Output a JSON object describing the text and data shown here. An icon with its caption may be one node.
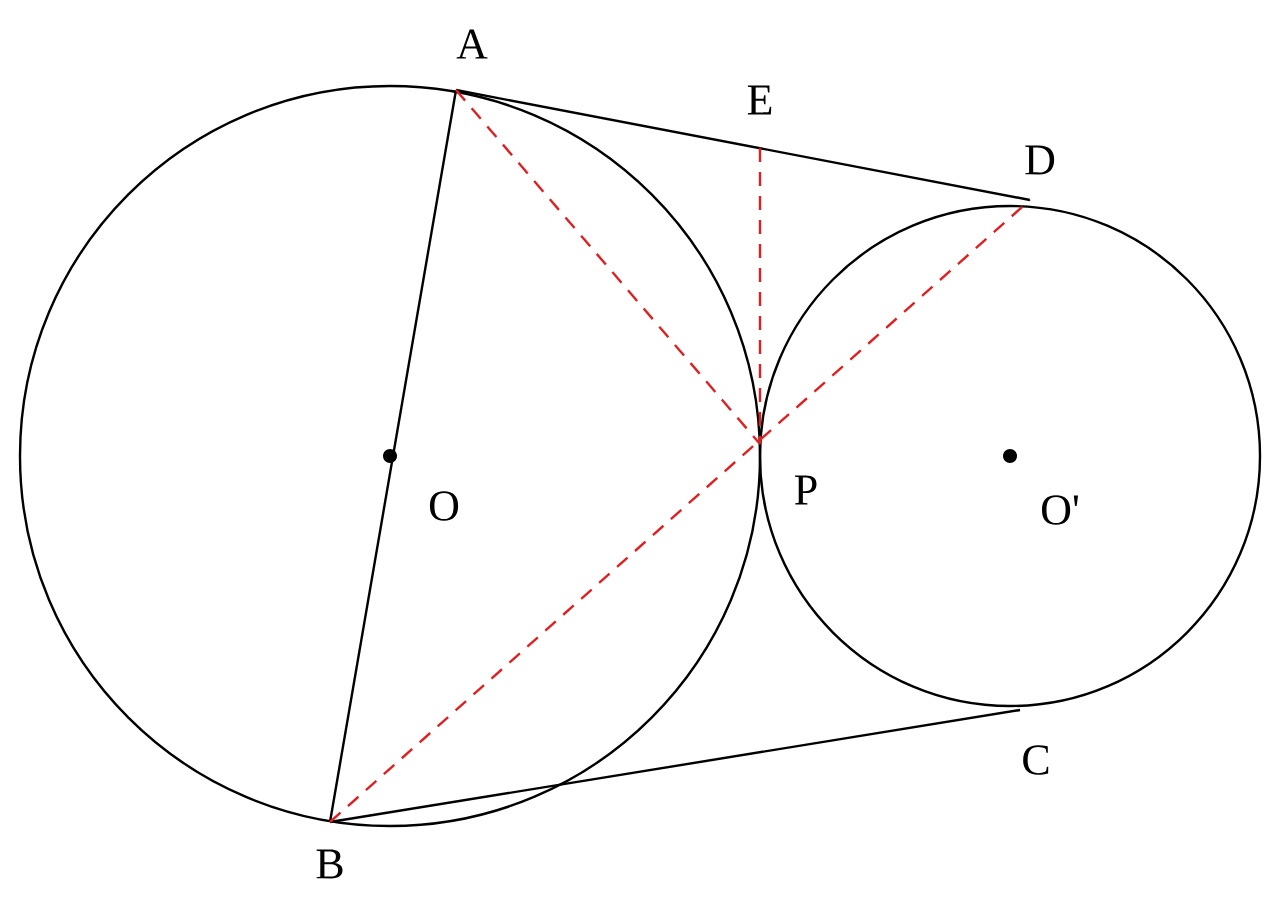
{
  "diagram": {
    "nodes": [
      {
        "text": [
          "A"
        ]
      },
      {
        "text": [
          "E"
        ]
      },
      {
        "text": [
          "D"
        ]
      },
      {
        "text": [
          "O"
        ]
      },
      {
        "text": [
          "P"
        ]
      },
      {
        "text": [
          "O'"
        ]
      },
      {
        "text": [
          "C"
        ]
      },
      {
        "text": [
          "B"
        ]
      }
    ],
    "edges": [
      {
        "from": 0,
        "to": 7,
        "arrow": "none"
      },
      {
        "from": 0,
        "to": 2,
        "arrow": "none"
      },
      {
        "from": 7,
        "to": 6,
        "arrow": "none"
      },
      {
        "from": 0,
        "to": 4,
        "arrow": "none",
        "style": "dashed",
        "color": "#e02020"
      },
      {
        "from": 7,
        "to": 2,
        "arrow": "none",
        "style": "dashed",
        "color": "#e02020"
      },
      {
        "from": 1,
        "to": 4,
        "arrow": "none",
        "style": "dashed",
        "color": "#e02020"
      }
    ]
  }
}
